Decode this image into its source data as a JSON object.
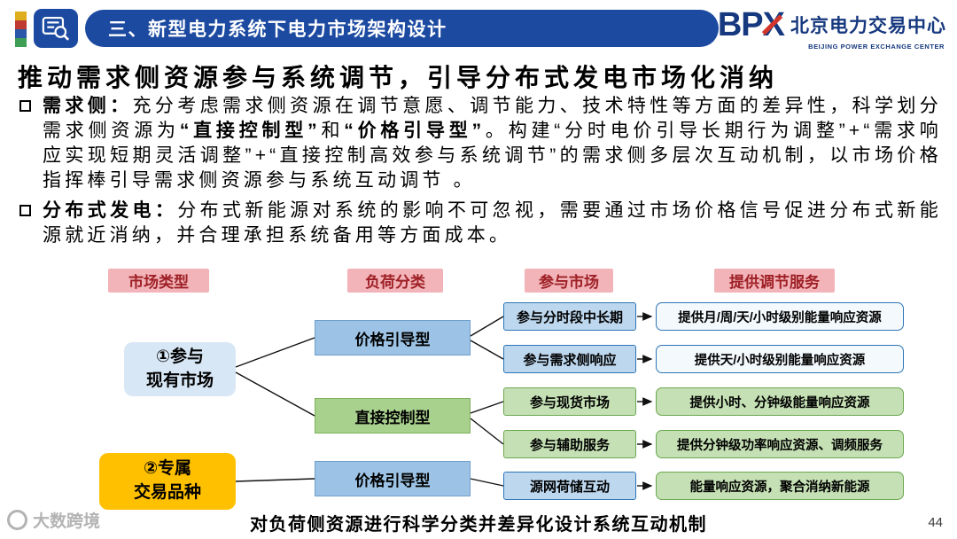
{
  "header": {
    "section_title": "三、新型电力系统下电力市场架构设计",
    "logo": {
      "brand": "BPX",
      "name_cn": "北京电力交易中心",
      "name_en": "BEIJING POWER EXCHANGE CENTER"
    }
  },
  "title": "推动需求侧资源参与系统调节，引导分布式发电市场化消纳",
  "bullets": {
    "demand_side": {
      "label": "需求侧：",
      "part1": "充分考虑需求侧资源在调节意愿、调节能力、技术特性等方面的差异性，科学划分需求侧资源为",
      "bold1": "“直接控制型”",
      "part2": "和",
      "bold2": "“价格引导型”",
      "part3": "。构建“分时电价引导长期行为调整”+“需求响应实现短期灵活调整”+“直接控制高效参与系统调节”的需求侧多层次互动机制，以市场价格指挥棒引导需求侧资源参与系统互动调节 。"
    },
    "distributed": {
      "label": "分布式发电：",
      "part1": "分布式新能源对系统的影响不可忽视，需要通过市场价格信号促进分布式新能源就近消纳，并合理承担系统备用等方面成本。"
    }
  },
  "diagram": {
    "column_headers": [
      "市场类型",
      "负荷分类",
      "参与市场",
      "提供调节服务"
    ],
    "market_types": [
      {
        "line1": "①参与",
        "line2": "现有市场"
      },
      {
        "line1": "②专属",
        "line2": "交易品种"
      }
    ],
    "load_classes": [
      "价格引导型",
      "直接控制型",
      "价格引导型"
    ],
    "markets": [
      "参与分时段中长期",
      "参与需求侧响应",
      "参与现货市场",
      "参与辅助服务",
      "源网荷储互动"
    ],
    "services": [
      "提供月/周/天/小时级别能量响应资源",
      "提供天/小时级别能量响应资源",
      "提供小时、分钟级能量响应资源",
      "提供分钟级功率响应资源、调频服务",
      "能量响应资源，聚合消纳新能源"
    ]
  },
  "footer": {
    "caption": "对负荷侧资源进行科学分类并差异化设计系统互动机制",
    "page_number": "44",
    "watermark": "大数跨境"
  },
  "colors": {
    "header_blue": "#1c4aa1",
    "label_pink_bg": "#f2b4b8",
    "label_pink_text": "#9e2026",
    "price_guided_blue": "#9cc3e5",
    "direct_control_green": "#a9d18e",
    "market_blue": "#bdd7ee",
    "market_green": "#c5e0b4",
    "exclusive_yellow": "#ffc000",
    "existing_lightblue": "#d8e7f5",
    "logo_blue": "#16387f",
    "logo_red": "#d3352b"
  }
}
